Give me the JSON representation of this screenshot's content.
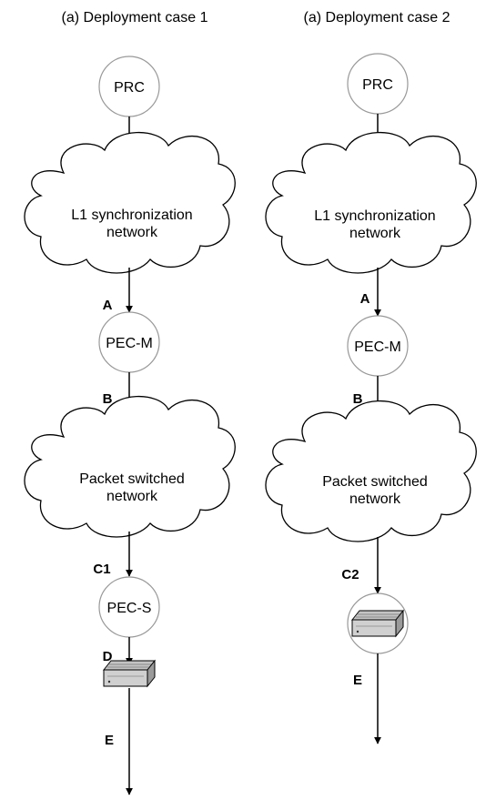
{
  "case1": {
    "title": "(a) Deployment case 1",
    "prc": "PRC",
    "l1_line1": "L1 synchronization",
    "l1_line2": "network",
    "point_a": "A",
    "pec_m": "PEC-M",
    "point_b": "B",
    "psn_line1": "Packet switched",
    "psn_line2": "network",
    "point_c": "C1",
    "pec_s": "PEC-S",
    "point_d": "D",
    "end_device": "server-device-icon",
    "point_e": "E"
  },
  "case2": {
    "title": "(a) Deployment case 2",
    "prc": "PRC",
    "l1_line1": "L1 synchronization",
    "l1_line2": "network",
    "point_a": "A",
    "pec_m": "PEC-M",
    "point_b": "B",
    "psn_line1": "Packet switched",
    "psn_line2": "network",
    "point_c": "C2",
    "end_device": "server-device-icon",
    "point_e": "E"
  }
}
